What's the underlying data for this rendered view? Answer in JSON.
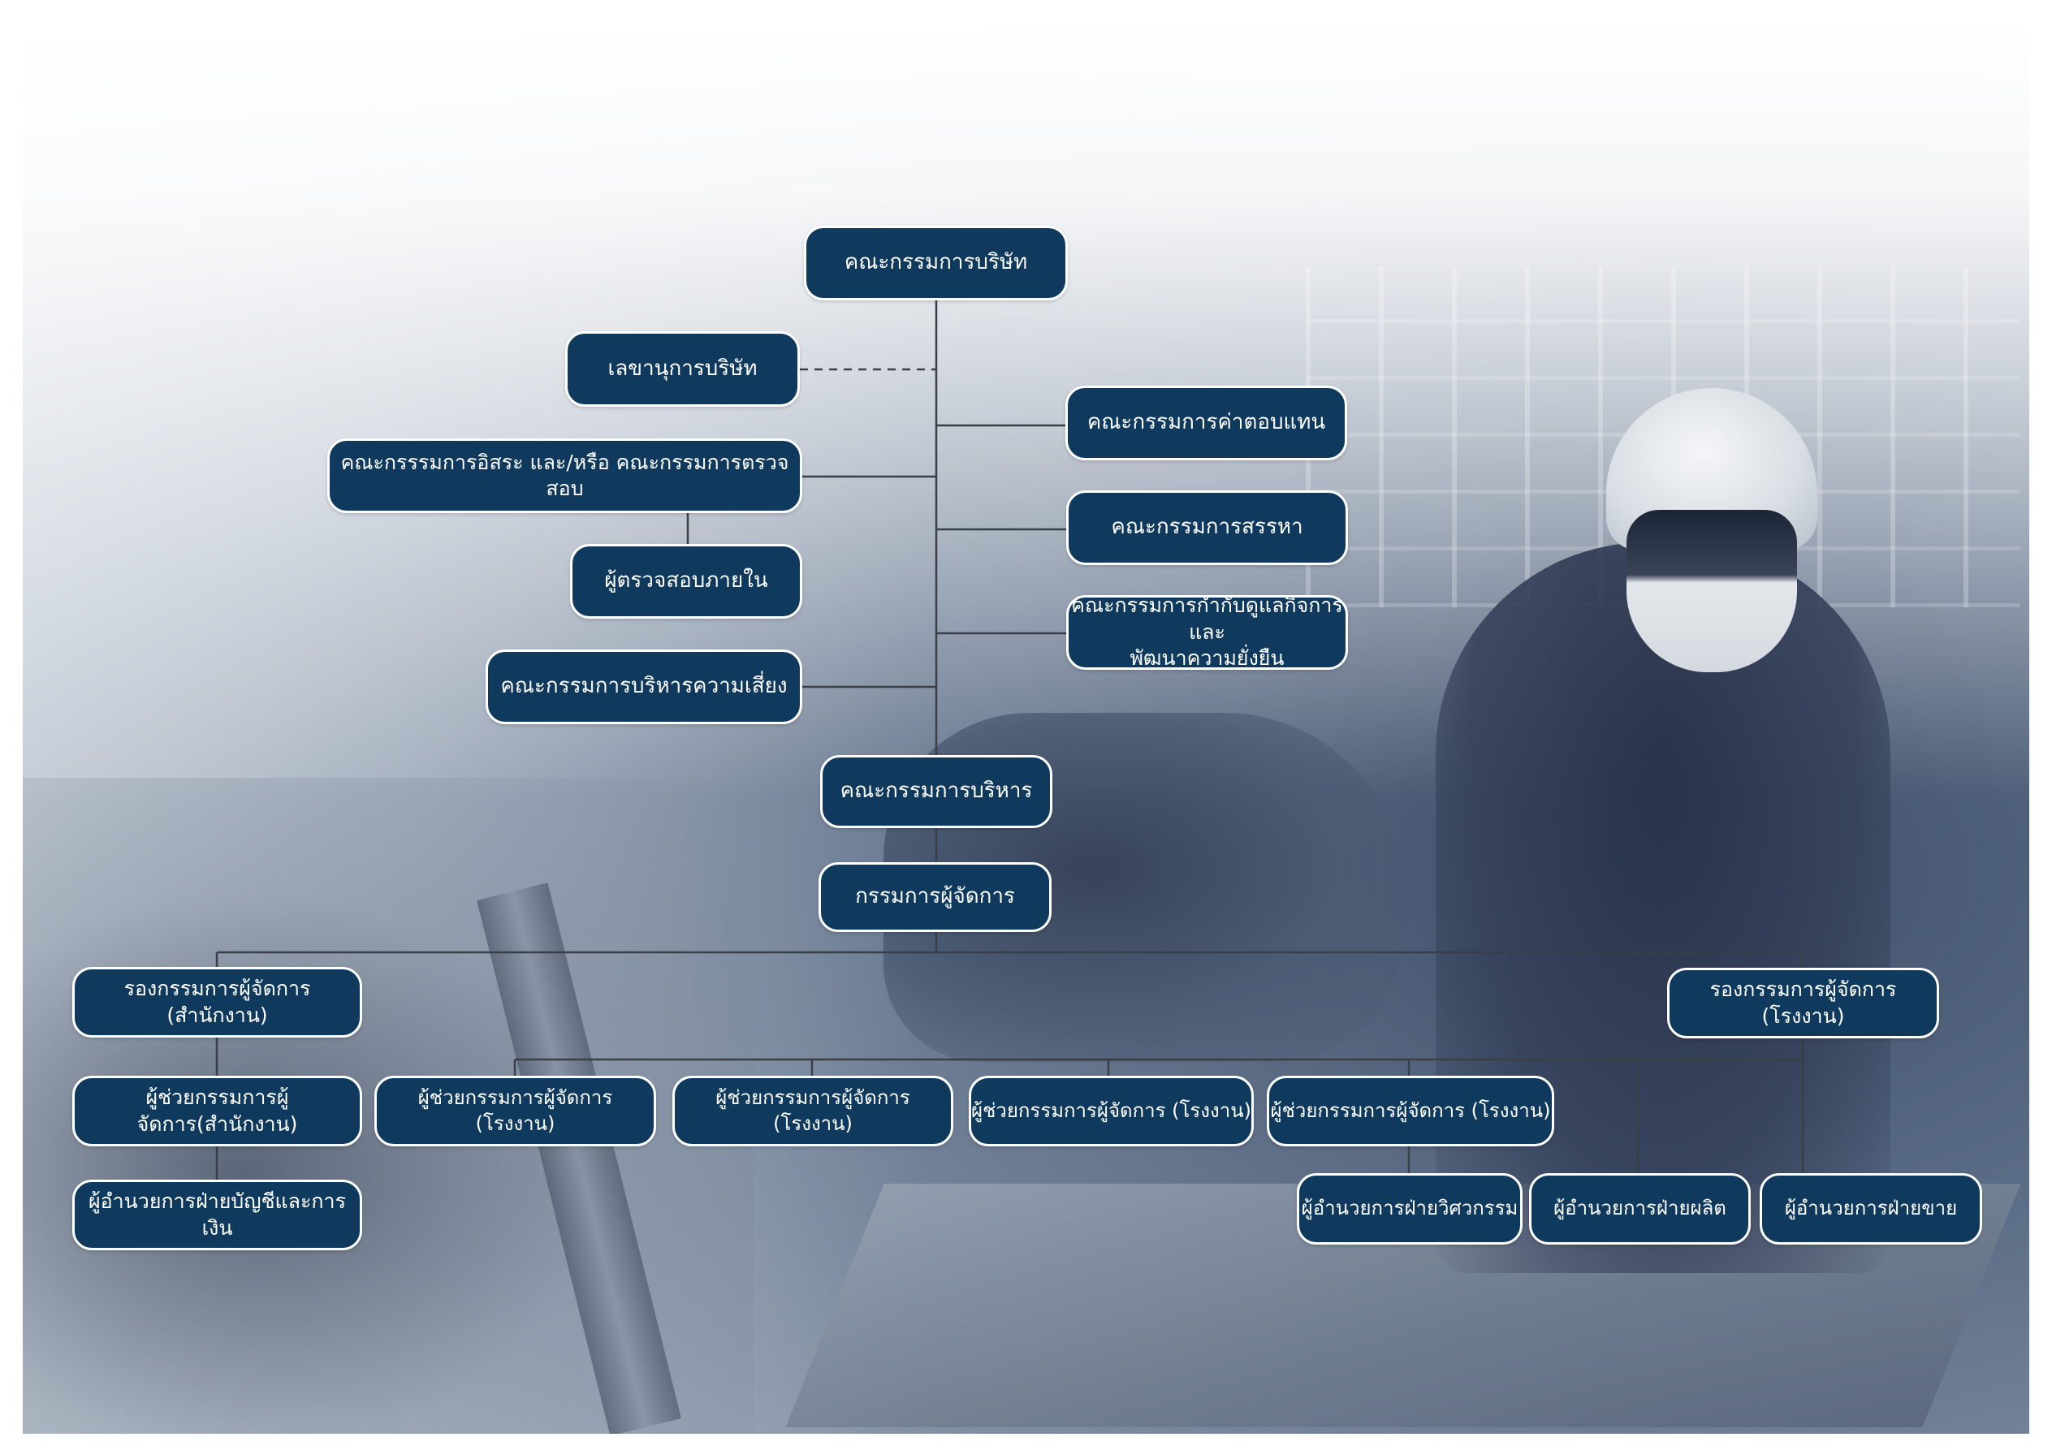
{
  "chart_nodes": {
    "board": "คณะกรรมการบริษัท",
    "secretary": "เลขานุการบริษัท",
    "remuneration": "คณะกรรมการค่าตอบแทน",
    "audit": "คณะกรรรมการอิสระ และ/หรือ คณะกรรมการตรวจสอบ",
    "nomination": "คณะกรรมการสรรหา",
    "internal_audit": "ผู้ตรวจสอบภายใน",
    "governance": "คณะกรรมการกำกับดูแลกิจการและ\nพัฒนาความยั่งยืน",
    "risk": "คณะกรรมการบริหารความเสี่ยง",
    "executive": "คณะกรรมการบริหาร",
    "md": "กรรมการผู้จัดการ",
    "deputy_office": "รองกรรมการผู้จัดการ (สำนักงาน)",
    "deputy_plant": "รองกรรมการผู้จัดการ (โรงงาน)",
    "asst_office": "ผู้ช่วยกรรมการผู้จัดการ(สำนักงาน)",
    "asst_plant_1": "ผู้ช่วยกรรมการผู้จัดการ (โรงงาน)",
    "asst_plant_2": "ผู้ช่วยกรรมการผู้จัดการ (โรงงาน)",
    "asst_plant_3": "ผู้ช่วยกรรมการผู้จัดการ (โรงงาน)",
    "asst_plant_4": "ผู้ช่วยกรรมการผู้จัดการ (โรงงาน)",
    "dir_accounting": "ผู้อำนวยการฝ่ายบัญชีและการเงิน",
    "dir_engineering": "ผู้อำนวยการฝ่ายวิศวกรรม",
    "dir_production": "ผู้อำนวยการฝ่ายผลิต",
    "dir_sales": "ผู้อำนวยการฝ่ายขาย"
  },
  "colors": {
    "box_fill": "#0f3a5e",
    "box_border": "#ffffff",
    "box_text": "#ffffff",
    "connector": "#3a3f47"
  }
}
